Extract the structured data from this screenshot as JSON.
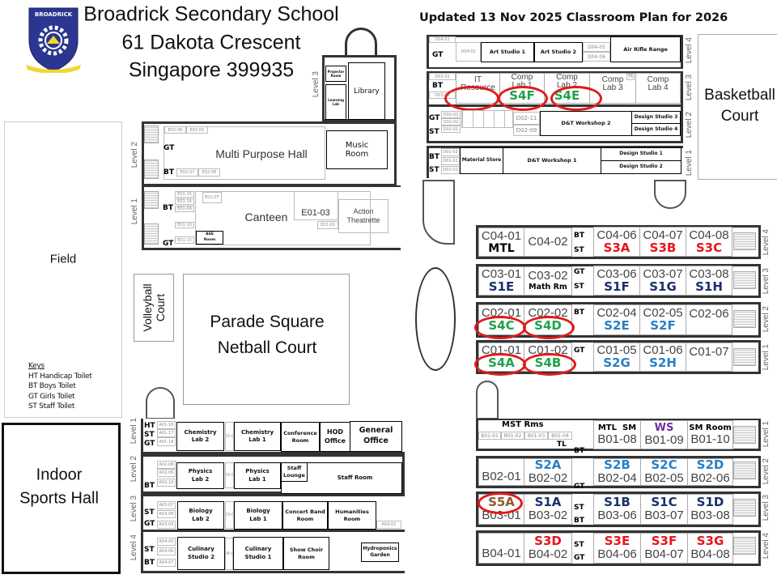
{
  "header": {
    "school_name": "Broadrick Secondary School",
    "address_line": "61 Dakota Crescent",
    "city_postal": "Singapore 399935",
    "plan_title": "Updated 13 Nov 2025 Classroom Plan for 2026",
    "logo_text": "BROADRICK"
  },
  "outdoor": {
    "field": "Field",
    "basketball_line1": "Basketball",
    "basketball_line2": "Court",
    "volleyball_line1": "Volleyball",
    "volleyball_line2": "Court",
    "parade_line1": "Parade Square",
    "parade_line2": "Netball Court",
    "sports_hall_line1": "Indoor",
    "sports_hall_line2": "Sports Hall"
  },
  "keys": {
    "title": "Keys",
    "items": [
      "HT Handicap Toilet",
      "BT Boys Toilet",
      "GT Girls Toilet",
      "ST Staff Toilet"
    ]
  },
  "levels": [
    "Level 1",
    "Level 2",
    "Level 3",
    "Level 4"
  ],
  "toilets": {
    "gt": "GT",
    "bt": "BT",
    "st": "ST",
    "ht": "HT",
    "tl": "TL"
  },
  "library_block": {
    "projector_room": "Projector Room",
    "learning_lab": "Learning Lab",
    "library": "Library"
  },
  "block_e": {
    "small": [
      "E02-06",
      "E02-05",
      "E02-07",
      "E02-08",
      "E01-15",
      "E01-14",
      "E01-09",
      "E01-10",
      "E01-13",
      "E01-07",
      "E01-02"
    ],
    "multi_purpose_hall": "Multi Purpose Hall",
    "music_room_1": "Music",
    "music_room_2": "Room",
    "canteen": "Canteen",
    "e01_03": "E01-03",
    "action_1": "Action",
    "action_2": "Theatrette",
    "ase_1": "ASE",
    "ase_2": "Room"
  },
  "block_a": {
    "small": [
      "A01-16",
      "A01-17",
      "A01-18",
      "A01-04",
      "A02-08",
      "A02-09",
      "A02-10",
      "A02-06",
      "A03-07",
      "A03-08",
      "A03-09",
      "A03-05",
      "A03-01",
      "A04-05",
      "A04-06",
      "A04-07",
      "A04-03"
    ],
    "rooms": [
      [
        "Chemistry",
        "Lab 2"
      ],
      [
        "Chemistry",
        "Lab 1"
      ],
      [
        "Conference",
        "Room"
      ],
      [
        "HOD",
        "Office"
      ],
      [
        "General",
        "Office"
      ],
      [
        "Physics",
        "Lab 2"
      ],
      [
        "Physics",
        "Lab 1"
      ],
      [
        "Staff",
        "Lounge"
      ],
      [
        "Staff Room",
        ""
      ],
      [
        "Biology",
        "Lab 2"
      ],
      [
        "Biology",
        "Lab 1"
      ],
      [
        "Concert Band",
        "Room"
      ],
      [
        "Humanities",
        "Room"
      ],
      [
        "Culinary",
        "Studio 2"
      ],
      [
        "Culinary",
        "Studio 1"
      ],
      [
        "Show Choir",
        "Room"
      ],
      [
        "Hydroponics",
        "Garden"
      ]
    ]
  },
  "block_d": {
    "small": [
      "D04-01",
      "D04-02",
      "D04-05",
      "D04-06",
      "D02-02",
      "D03-01",
      "D02-03",
      "D02-02",
      "D02-01",
      "D02-11",
      "D02-09",
      "D01-03",
      "D01-02",
      "D01-01",
      "TA"
    ],
    "art_studio_1": "Art Studio 1",
    "art_studio_2": "Art Studio 2",
    "air_rifle_range": "Air Rifle Range",
    "it_1": "IT",
    "it_2": "Resource",
    "comp": [
      "Comp",
      "Lab 1",
      "Lab 2",
      "Lab 3",
      "Lab 4"
    ],
    "dt_workshop_2": "D&T Workshop 2",
    "dt_workshop_1": "D&T Workshop 1",
    "design_studios": [
      "Design Studio 1",
      "Design Studio 2",
      "Design Studio 3",
      "Design Studio 4"
    ],
    "material_store": "Material Store"
  },
  "block_c": {
    "rooms": {
      "l4": [
        "C04-01",
        "C04-02",
        "C04-06",
        "C04-07",
        "C04-08"
      ],
      "l3": [
        "C03-01",
        "C03-02",
        "C03-06",
        "C03-07",
        "C03-08"
      ],
      "l2": [
        "C02-01",
        "C02-02",
        "C02-04",
        "C02-05",
        "C02-06"
      ],
      "l1": [
        "C01-01",
        "C01-02",
        "C01-05",
        "C01-06",
        "C01-07"
      ]
    },
    "mtl": "MTL",
    "math_room": "Math Rm"
  },
  "block_b": {
    "rooms": {
      "l1": [
        "B01-01",
        "B01-02",
        "B01-03",
        "B01-04",
        "B01-08",
        "B01-09",
        "B01-10"
      ],
      "l2": [
        "B02-01",
        "B02-02",
        "B02-04",
        "B02-05",
        "B02-06"
      ],
      "l3": [
        "B03-01",
        "B03-02",
        "B03-06",
        "B03-07",
        "B03-08"
      ],
      "l4": [
        "B04-01",
        "B04-02",
        "B04-06",
        "B04-07",
        "B04-08"
      ]
    },
    "mst_rooms": "MST Rms",
    "mtl_sm": "MTL  SM",
    "ws": "WS",
    "sm_room": "SM Room"
  },
  "classes": {
    "s4f": "S4F",
    "s4e": "S4E",
    "s3a": "S3A",
    "s3b": "S3B",
    "s3c": "S3C",
    "s1e": "S1E",
    "s1f": "S1F",
    "s1g": "S1G",
    "s1h": "S1H",
    "s4c": "S4C",
    "s4d": "S4D",
    "s2e": "S2E",
    "s2f": "S2F",
    "s4a": "S4A",
    "s4b": "S4B",
    "s2g": "S2G",
    "s2h": "S2H",
    "s2a": "S2A",
    "s2b": "S2B",
    "s2c": "S2C",
    "s2d": "S2D",
    "s5a": "S5A",
    "s1a": "S1A",
    "s1b": "S1B",
    "s1c": "S1C",
    "s1d": "S1D",
    "s3d": "S3D",
    "s3e": "S3E",
    "s3f": "S3F",
    "s3g": "S3G"
  },
  "colors": {
    "sec4": "#1fa34a",
    "sec3": "#e8141c",
    "sec1": "#1a2f6b",
    "sec2": "#2a7fc4",
    "sec5": "#8b5a2b",
    "ring": "#e01b1b"
  }
}
